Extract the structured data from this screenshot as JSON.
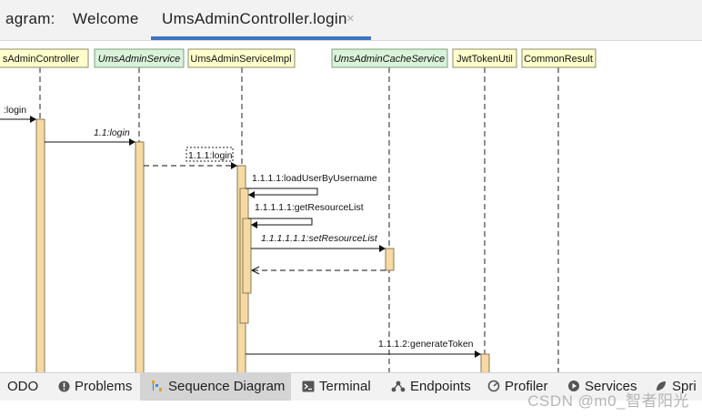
{
  "editor": {
    "title": "agram:",
    "tabs": [
      {
        "label": "Welcome"
      },
      {
        "label": "UmsAdminController.login",
        "close": "×"
      }
    ]
  },
  "diagram": {
    "lifelines": [
      {
        "label": "sAdminController",
        "style": "plain"
      },
      {
        "label": "UmsAdminService",
        "style": "interface"
      },
      {
        "label": "UmsAdminServiceImpl",
        "style": "plain"
      },
      {
        "label": "UmsAdminCacheService",
        "style": "interface"
      },
      {
        "label": "JwtTokenUtil",
        "style": "plain"
      },
      {
        "label": "CommonResult",
        "style": "plain"
      }
    ],
    "messages": [
      {
        "label": ":login"
      },
      {
        "label": "1.1:login"
      },
      {
        "label": "1.1.1:login"
      },
      {
        "label": "1.1.1.1:loadUserByUsername"
      },
      {
        "label": "1.1.1.1.1:getResourceList"
      },
      {
        "label": "1.1.1.1.1.1:setResourceList"
      },
      {
        "label": "1.1.1.2:generateToken"
      }
    ]
  },
  "toolwindows": {
    "items": [
      {
        "label": "ODO"
      },
      {
        "label": "Problems",
        "icon": "problems-icon"
      },
      {
        "label": "Sequence Diagram",
        "icon": "sequence-diagram-icon",
        "active": true
      },
      {
        "label": "Terminal",
        "icon": "terminal-icon"
      },
      {
        "label": "Endpoints",
        "icon": "endpoints-icon"
      },
      {
        "label": "Profiler",
        "icon": "profiler-icon"
      },
      {
        "label": "Services",
        "icon": "services-icon"
      },
      {
        "label": "Spri",
        "icon": "spring-icon"
      }
    ]
  },
  "watermark": "CSDN @m0_智者阳光",
  "colors": {
    "tab_underline": "#3d74c4",
    "lifeline_plain_bg": "#ffffcc",
    "lifeline_interface_bg": "#d9f2d9",
    "activation_bg": "#f7d9a3",
    "activation_border": "#8a7a55"
  }
}
